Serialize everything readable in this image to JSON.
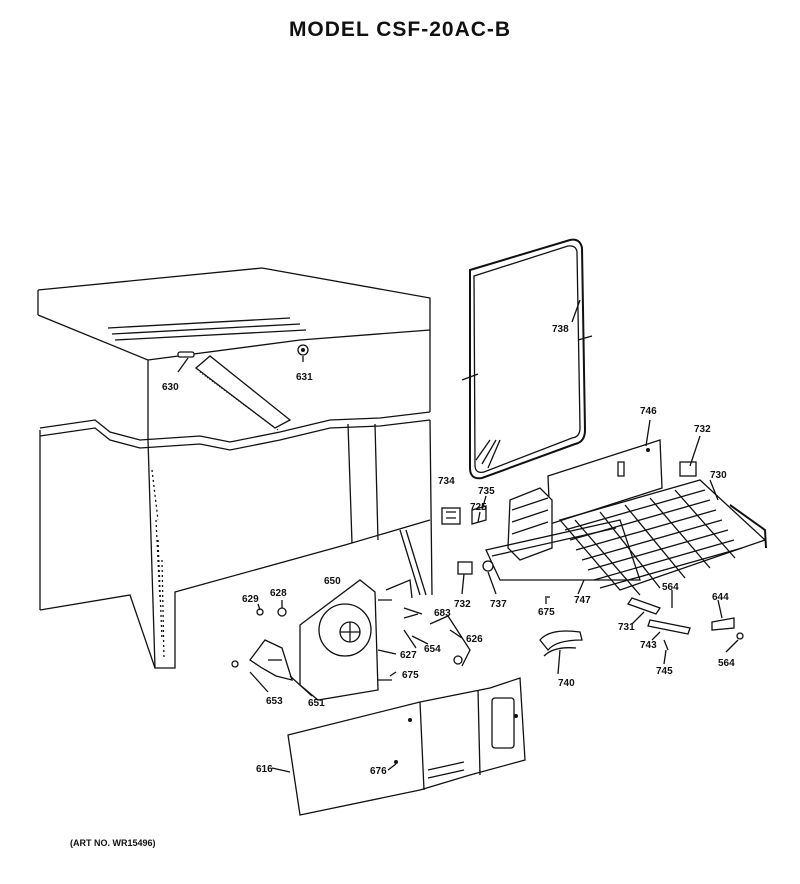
{
  "title": "MODEL CSF-20AC-B",
  "art_number": "(ART NO. WR15496)",
  "part_labels": {
    "p630": "630",
    "p631": "631",
    "p738": "738",
    "p746": "746",
    "p732a": "732",
    "p730": "730",
    "p734": "734",
    "p735": "735",
    "p725": "725",
    "p732b": "732",
    "p737": "737",
    "p675a": "675",
    "p747": "747",
    "p564a": "564",
    "p644": "644",
    "p731": "731",
    "p743": "743",
    "p745": "745",
    "p564b": "564",
    "p629": "629",
    "p628": "628",
    "p650": "650",
    "p683": "683",
    "p626": "626",
    "p654": "654",
    "p627": "627",
    "p675b": "675",
    "p740": "740",
    "p653": "653",
    "p651": "651",
    "p616": "616",
    "p676": "676"
  }
}
